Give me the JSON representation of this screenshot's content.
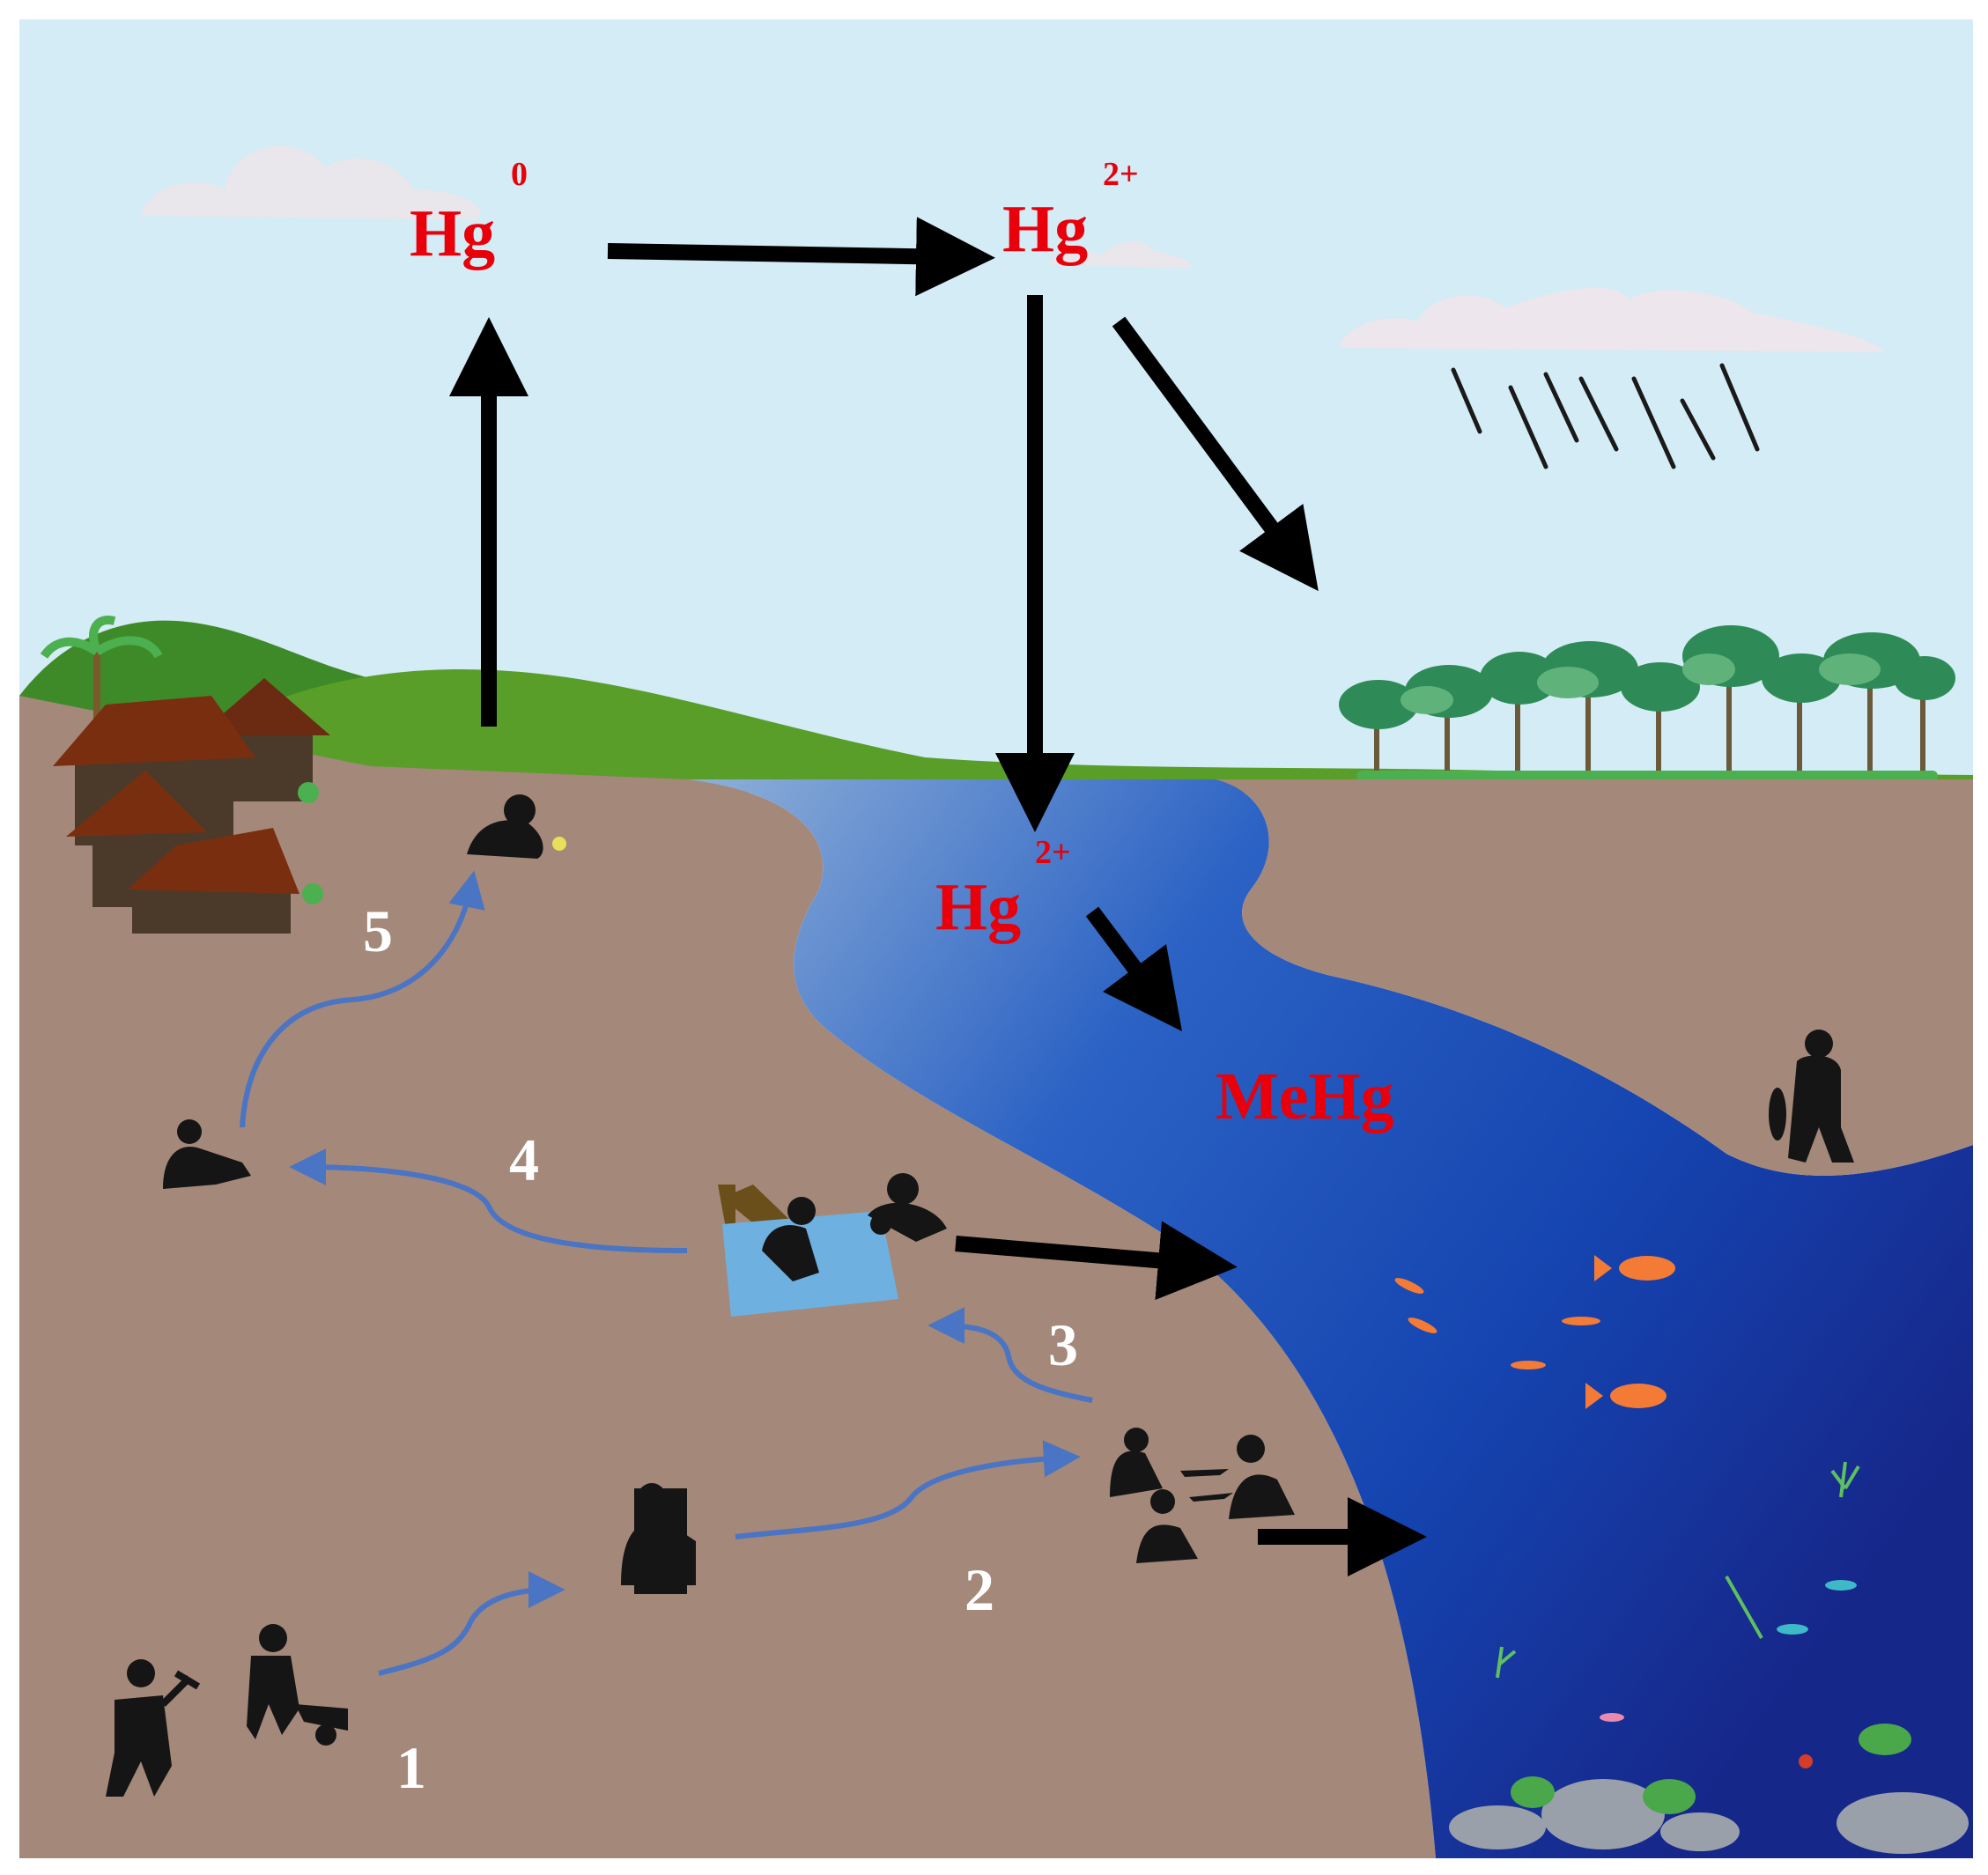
{
  "labels": {
    "hg0_base": "Hg",
    "hg0_sup": "0",
    "hg2_air_base": "Hg",
    "hg2_air_sup": "2+",
    "hg2_water_base": "Hg",
    "hg2_water_sup": "2+",
    "mehg": "MeHg"
  },
  "steps": [
    "1",
    "2",
    "3",
    "4",
    "5"
  ],
  "colors": {
    "sky": "#d3ecf5",
    "ground": "#a4887a",
    "hill_dark": "#3f8a28",
    "hill_light": "#5a9e2a",
    "water_light": "#7fa0cf",
    "water_mid": "#1649b8",
    "water_deep": "#152a8c",
    "mercury_label": "#e8000b",
    "process_arrow": "#4a74c4",
    "flux_arrow": "#000000",
    "silhouette": "#151515",
    "step_number": "#ffffff"
  },
  "icons": [
    "cloud-icon",
    "rain-icon",
    "hut-icon",
    "palm-tree-icon",
    "tree-icon",
    "person-silhouette-icon",
    "fish-icon",
    "aquatic-plant-icon",
    "rock-icon"
  ]
}
